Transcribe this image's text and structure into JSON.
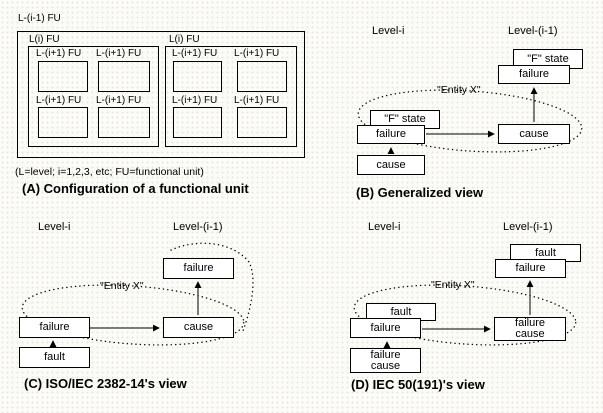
{
  "colors": {
    "background": "#fbfbf7",
    "ink": "#000000",
    "box_fill": "#ffffff"
  },
  "panel_a": {
    "outer_label": "L-(i-1) FU",
    "group_label": "L(i) FU",
    "cell_label": "L-(i+1) FU",
    "legend": "(L=level;  i=1,2,3, etc; FU=functional unit)",
    "caption": "(A) Configuration of a functional unit"
  },
  "panel_b": {
    "level_left": "Level-i",
    "level_right": "Level-(i-1)",
    "entity": "\"Entity X\"",
    "f_state": "\"F\" state",
    "failure": "failure",
    "cause": "cause",
    "caption": "(B) Generalized view"
  },
  "panel_c": {
    "level_left": "Level-i",
    "level_right": "Level-(i-1)",
    "entity": "\"Entity X\"",
    "failure": "failure",
    "fault": "fault",
    "cause": "cause",
    "caption": "(C) ISO/IEC 2382-14's view"
  },
  "panel_d": {
    "level_left": "Level-i",
    "level_right": "Level-(i-1)",
    "entity": "\"Entity X\"",
    "fault": "fault",
    "failure": "failure",
    "failure_cause_line1": "failure",
    "failure_cause_line2": "cause",
    "caption": "(D) IEC 50(191)'s view"
  }
}
